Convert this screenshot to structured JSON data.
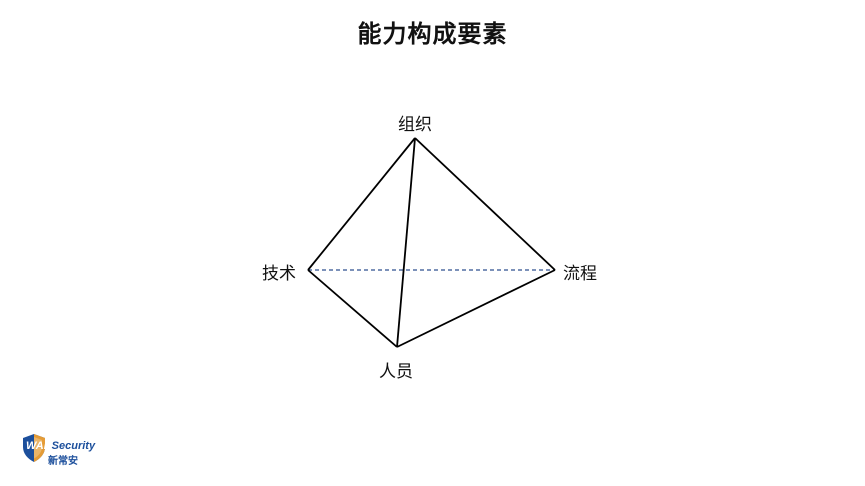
{
  "title": "能力构成要素",
  "nodes": {
    "top": "组织",
    "left": "技术",
    "right": "流程",
    "bottom": "人员"
  },
  "logo": {
    "mark": "WAB",
    "wordmark": "ecurity",
    "subtitle": "新常安"
  },
  "colors": {
    "solid_edge": "#000000",
    "dashed_edge": "#2f4f8f",
    "logo_blue": "#1c4f9c",
    "logo_orange": "#f0a030"
  }
}
